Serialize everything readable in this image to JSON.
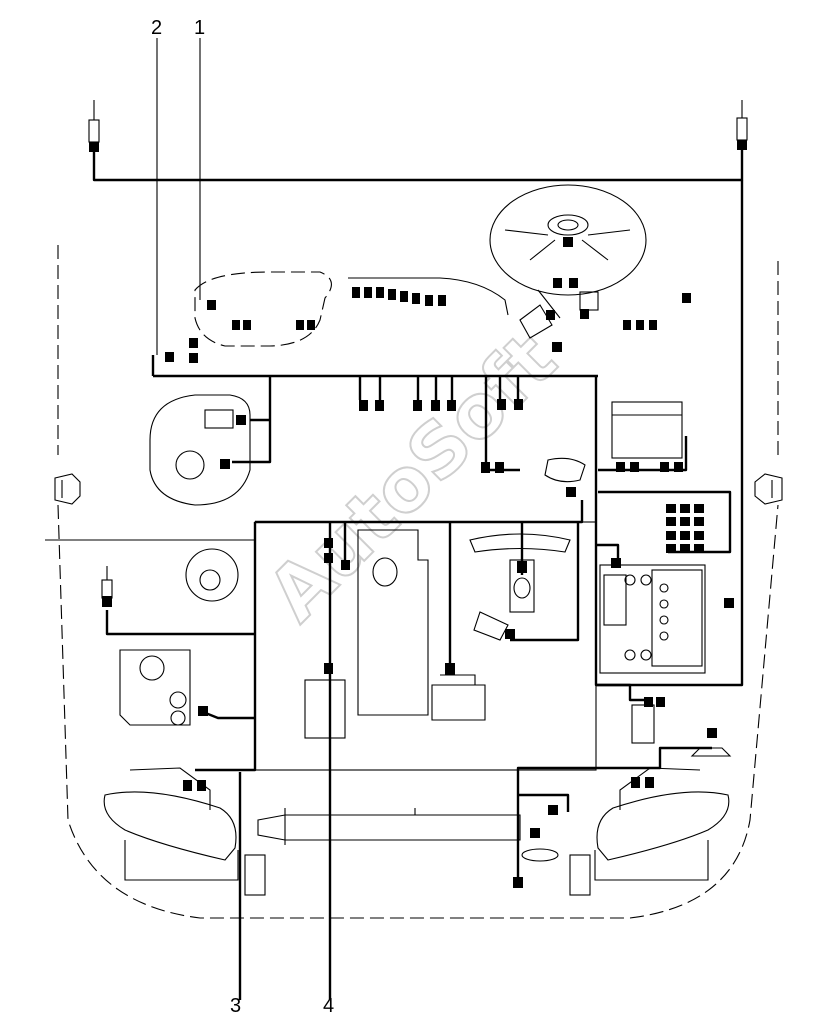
{
  "callouts": {
    "c1": "1",
    "c2": "2",
    "c3": "3",
    "c4": "4"
  },
  "watermark": "AutoSoft",
  "colors": {
    "line": "#000000",
    "watermark": "#cfcfcf",
    "background": "#ffffff"
  }
}
